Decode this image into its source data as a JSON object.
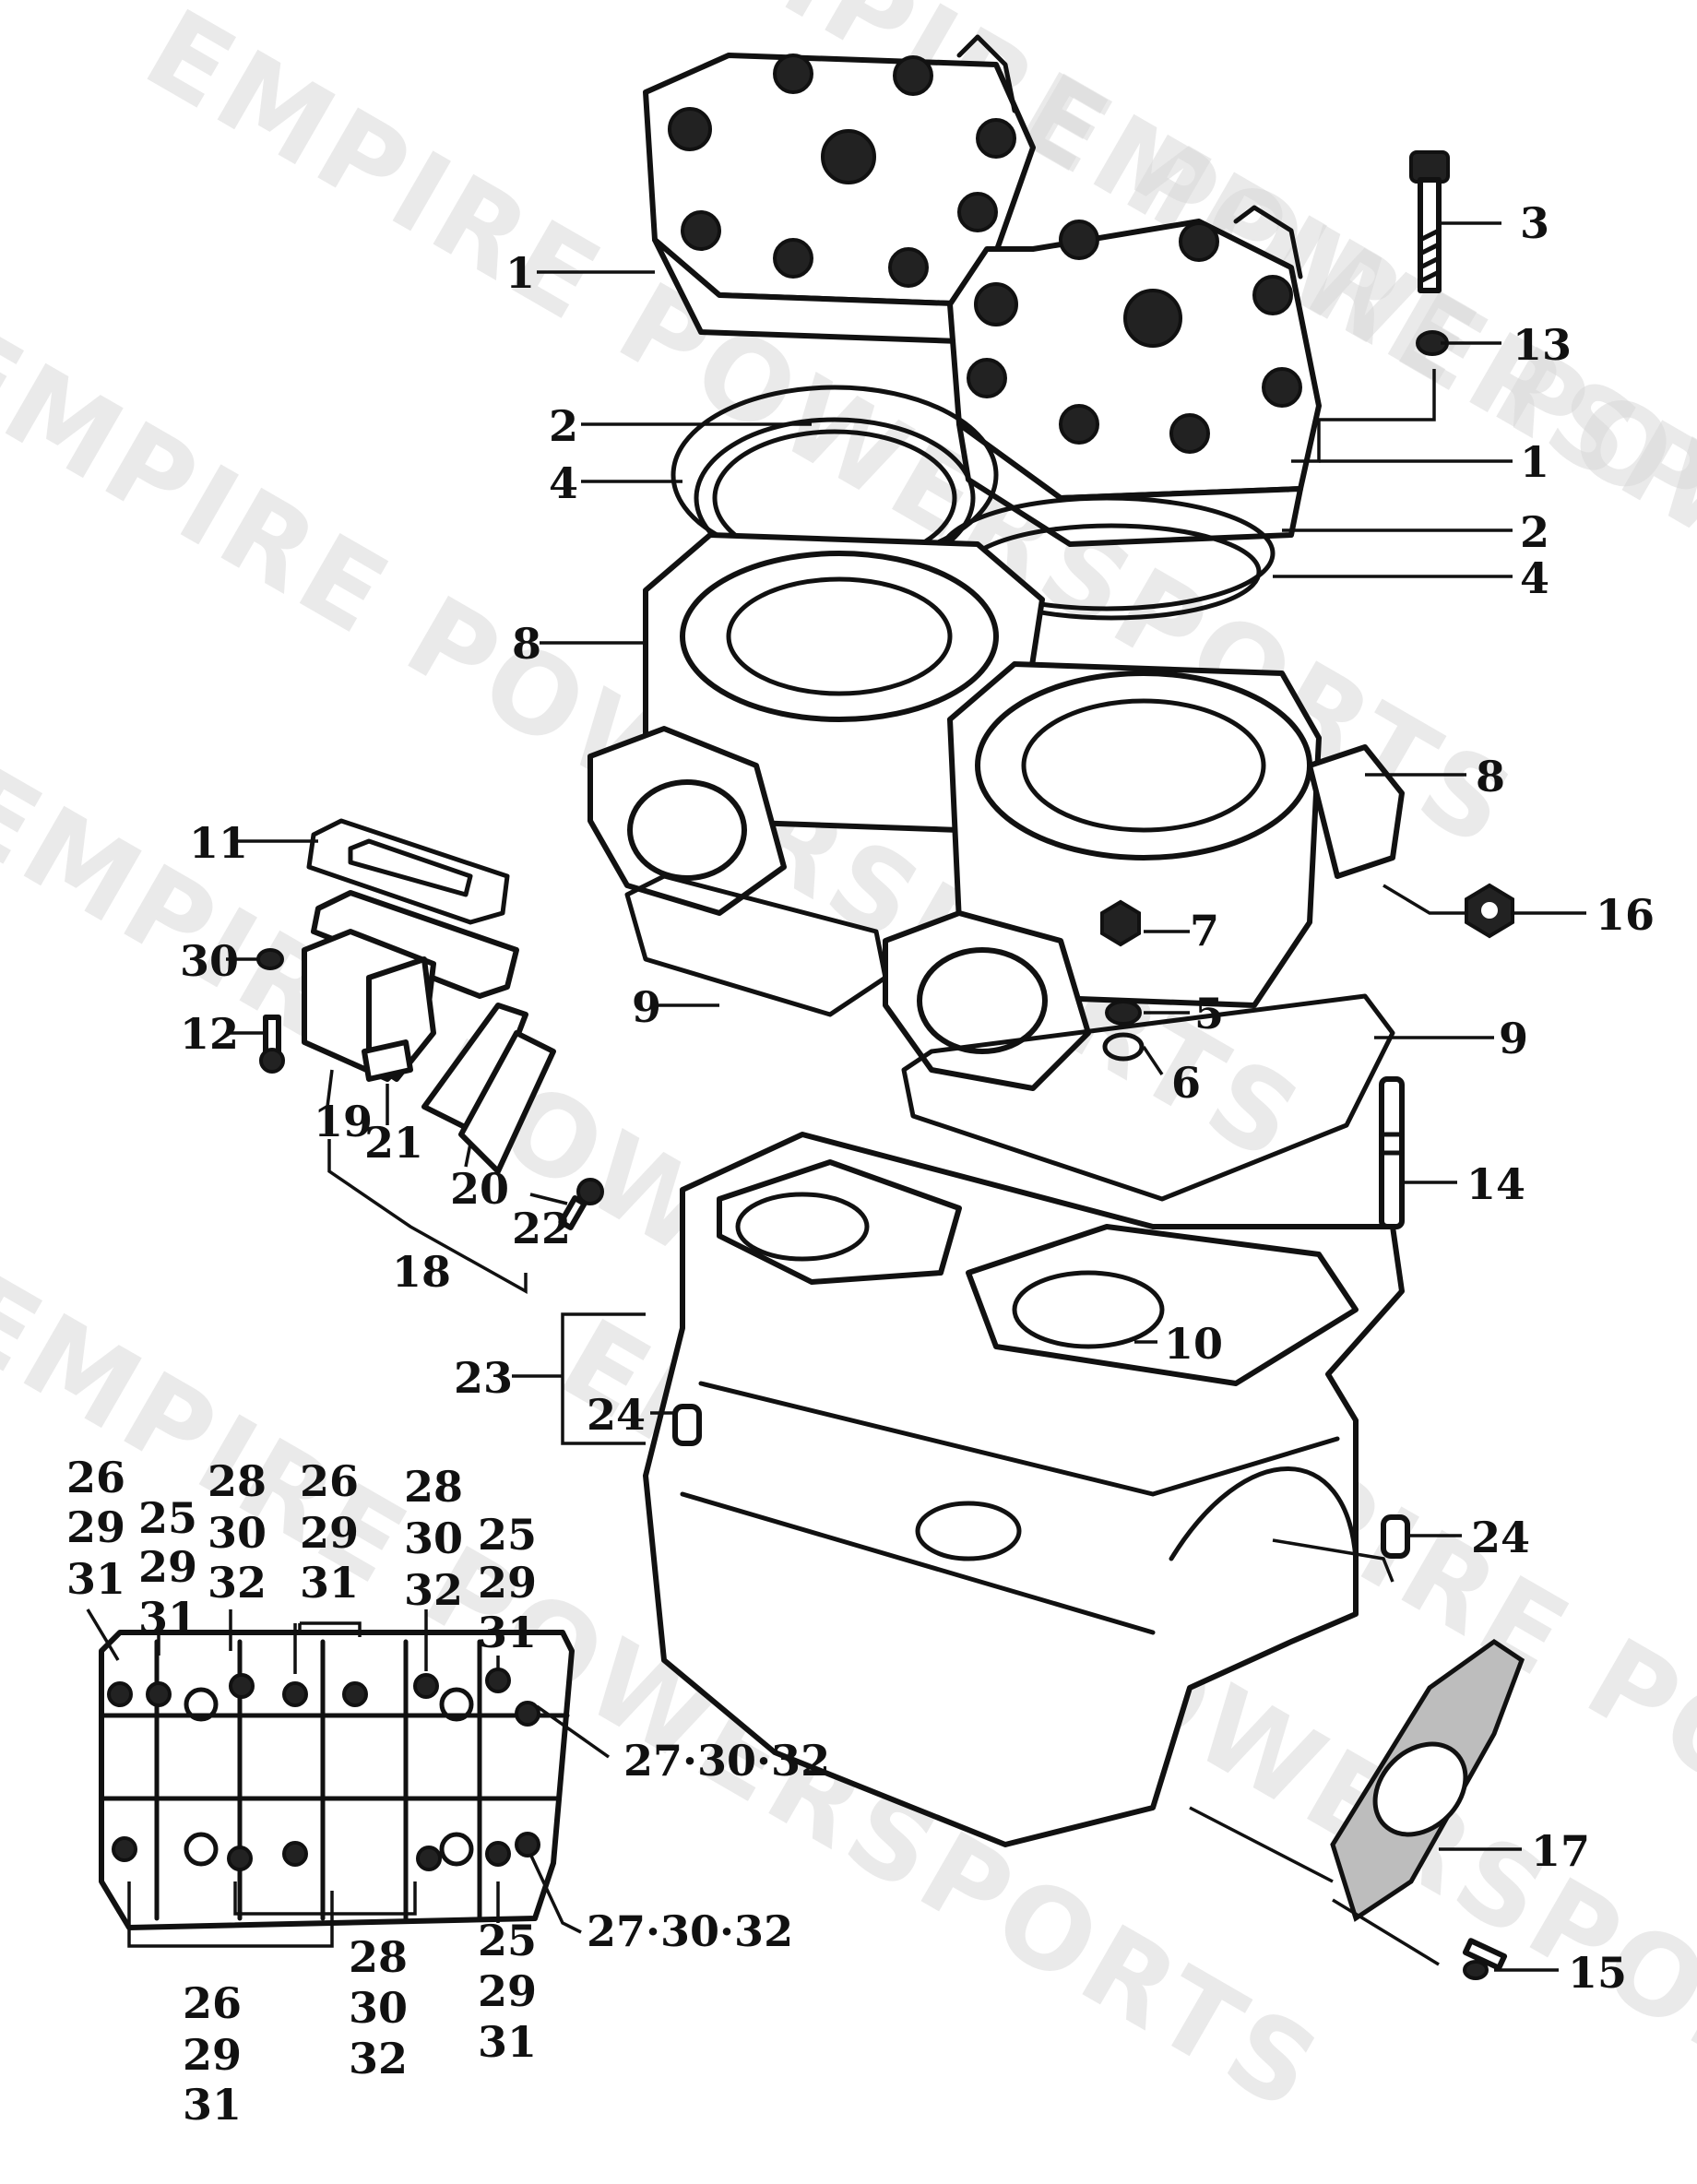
{
  "watermark": {
    "text": "EMPIRE POWERSPORTS",
    "color": "#d9d9d9"
  },
  "callouts": [
    {
      "id": "c1a",
      "label": "1"
    },
    {
      "id": "c2a",
      "label": "2"
    },
    {
      "id": "c4a",
      "label": "4"
    },
    {
      "id": "c8a",
      "label": "8"
    },
    {
      "id": "c3",
      "label": "3"
    },
    {
      "id": "c13",
      "label": "13"
    },
    {
      "id": "c1b",
      "label": "1"
    },
    {
      "id": "c2b",
      "label": "2"
    },
    {
      "id": "c4b",
      "label": "4"
    },
    {
      "id": "c8b",
      "label": "8"
    },
    {
      "id": "c16",
      "label": "16"
    },
    {
      "id": "c11",
      "label": "11"
    },
    {
      "id": "c30a",
      "label": "30"
    },
    {
      "id": "c12",
      "label": "12"
    },
    {
      "id": "c19",
      "label": "19"
    },
    {
      "id": "c21",
      "label": "21"
    },
    {
      "id": "c20",
      "label": "20"
    },
    {
      "id": "c22",
      "label": "22"
    },
    {
      "id": "c18",
      "label": "18"
    },
    {
      "id": "c9a",
      "label": "9"
    },
    {
      "id": "c7",
      "label": "7"
    },
    {
      "id": "c5",
      "label": "5"
    },
    {
      "id": "c6",
      "label": "6"
    },
    {
      "id": "c9b",
      "label": "9"
    },
    {
      "id": "c14",
      "label": "14"
    },
    {
      "id": "c10",
      "label": "10"
    },
    {
      "id": "c23",
      "label": "23"
    },
    {
      "id": "c24a",
      "label": "24"
    },
    {
      "id": "c24b",
      "label": "24"
    },
    {
      "id": "c17",
      "label": "17"
    },
    {
      "id": "c15",
      "label": "15"
    },
    {
      "id": "c27a",
      "label": "27·30·32"
    },
    {
      "id": "c27b",
      "label": "27·30·32"
    }
  ],
  "stacks": [
    {
      "id": "s1",
      "lines": [
        "26",
        "29",
        "31"
      ]
    },
    {
      "id": "s2",
      "lines": [
        "25",
        "29",
        "31"
      ]
    },
    {
      "id": "s3",
      "lines": [
        "28",
        "30",
        "32"
      ]
    },
    {
      "id": "s4",
      "lines": [
        "26",
        "29",
        "31"
      ]
    },
    {
      "id": "s5",
      "lines": [
        "28",
        "30",
        "32"
      ]
    },
    {
      "id": "s6",
      "lines": [
        "25",
        "29",
        "31"
      ]
    },
    {
      "id": "s7",
      "lines": [
        "25",
        "29",
        "31"
      ]
    },
    {
      "id": "s8",
      "lines": [
        "26",
        "29",
        "31"
      ]
    },
    {
      "id": "s9",
      "lines": [
        "28",
        "30",
        "32"
      ]
    }
  ]
}
